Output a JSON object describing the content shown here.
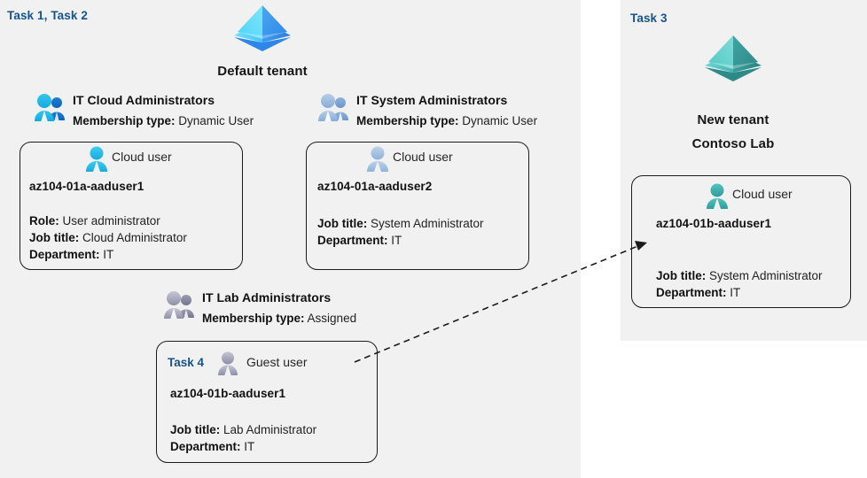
{
  "panels": {
    "left": {
      "task_label": "Task 1, Task 2"
    },
    "right": {
      "task_label": "Task 3"
    }
  },
  "tenants": [
    {
      "name": "default-tenant",
      "icon": "azure-ad-tenant-pyramid-icon",
      "caption": "Default tenant",
      "color": "#3fb8f0"
    },
    {
      "name": "new-tenant",
      "icon": "azure-ad-tenant-pyramid-icon",
      "caption_line1": "New  tenant",
      "caption_line2": "Contoso Lab",
      "color": "#45b2ae"
    }
  ],
  "groups": [
    {
      "name": "it-cloud-administrators",
      "icon": "users-group-icon",
      "title": "IT Cloud Administrators",
      "membership_label": "Membership type:",
      "membership_value": "Dynamic User"
    },
    {
      "name": "it-system-administrators",
      "icon": "users-group-icon",
      "title": "IT System Administrators",
      "membership_label": "Membership type:",
      "membership_value": "Dynamic User"
    },
    {
      "name": "it-lab-administrators",
      "icon": "users-group-icon",
      "title": "IT Lab Administrators",
      "membership_label": "Membership type:",
      "membership_value": "Assigned"
    }
  ],
  "cards": [
    {
      "name": "card-aaduser1-cloud",
      "user_type": "Cloud user",
      "icon": "cloud-user-icon",
      "username": "az104-01a-aaduser1",
      "attrs": [
        {
          "label": "Role:",
          "value": "User administrator"
        },
        {
          "label": "Job title:",
          "value": "Cloud Administrator"
        },
        {
          "label": "Department:",
          "value": "IT"
        }
      ]
    },
    {
      "name": "card-aaduser2-cloud",
      "user_type": "Cloud user",
      "icon": "cloud-user-icon",
      "username": "az104-01a-aaduser2",
      "attrs": [
        {
          "label": "Job title:",
          "value": "System Administrator"
        },
        {
          "label": "Department:",
          "value": "IT"
        }
      ]
    },
    {
      "name": "card-aaduser1b-guest",
      "inline_task": "Task 4",
      "user_type": "Guest user",
      "icon": "guest-user-icon",
      "username": "az104-01b-aaduser1",
      "attrs": [
        {
          "label": "Job title:",
          "value": "Lab Administrator"
        },
        {
          "label": "Department:",
          "value": "IT"
        }
      ]
    },
    {
      "name": "card-aaduser1b-cloud",
      "user_type": "Cloud user",
      "icon": "cloud-user-icon",
      "username": "az104-01b-aaduser1",
      "attrs": [
        {
          "label": "Job title:",
          "value": "System Administrator"
        },
        {
          "label": "Department:",
          "value": "IT"
        }
      ]
    }
  ],
  "connector": {
    "name": "guest-invite-arrow",
    "style": "dashed-arrow"
  }
}
